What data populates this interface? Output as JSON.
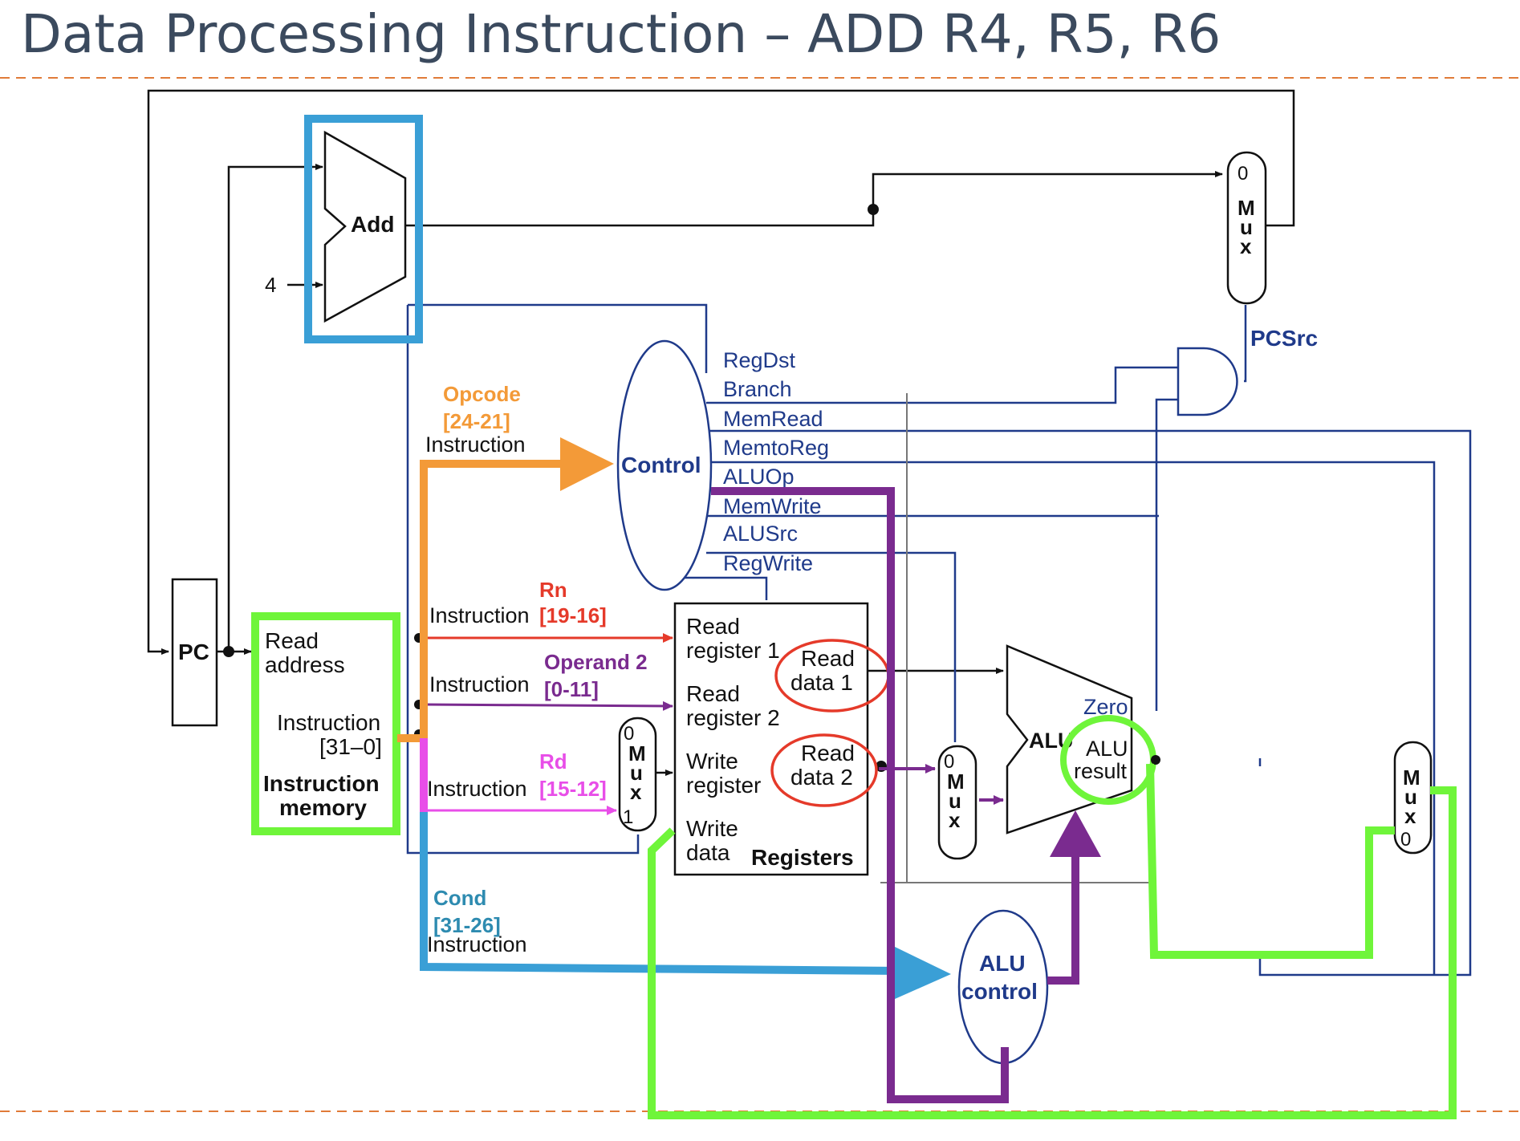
{
  "title": "Data Processing Instruction – ADD R4, R5, R6",
  "colors": {
    "title": "#3b4a5e",
    "divider": "#e07b39",
    "wire_black": "#111111",
    "wire_navy": "#1f3a8a",
    "control_text": "#1f3a8a",
    "highlight_blue": "#3a9fd6",
    "highlight_green": "#6ff53a",
    "highlight_orange": "#f39a38",
    "highlight_purple": "#7a2b8f",
    "highlight_magenta": "#e84ee8",
    "highlight_red": "#e53a2a",
    "highlight_teal": "#2e8bb0"
  },
  "blocks": {
    "add": "Add",
    "four": "4",
    "pc": "PC",
    "imem_read": "Read",
    "imem_address": "address",
    "imem_instruction": "Instruction",
    "imem_bits": "[31–0]",
    "imem_name1": "Instruction",
    "imem_name2": "memory",
    "control": "Control",
    "reg_read1a": "Read",
    "reg_read1b": "register 1",
    "reg_read2a": "Read",
    "reg_read2b": "register 2",
    "reg_writea": "Write",
    "reg_writeb": "register",
    "reg_wdataa": "Write",
    "reg_wdatab": "data",
    "reg_name": "Registers",
    "rd1a": "Read",
    "rd1b": "data 1",
    "rd2a": "Read",
    "rd2b": "data 2",
    "alu": "ALU",
    "zero": "Zero",
    "alu_result_a": "ALU",
    "alu_result_b": "result",
    "alu_control_a": "ALU",
    "alu_control_b": "control",
    "pcsrc": "PCSrc"
  },
  "mux_labels": {
    "m": "M",
    "u": "u",
    "x": "x",
    "zero": "0",
    "one": "1"
  },
  "control_signals": [
    "RegDst",
    "Branch",
    "MemRead",
    "MemtoReg",
    "ALUOp",
    "MemWrite",
    "ALUSrc",
    "RegWrite"
  ],
  "instruction_fields": {
    "instruction": "Instruction",
    "opcode_name": "Opcode",
    "opcode_bits": "[24-21]",
    "rn_name": "Rn",
    "rn_bits": "[19-16]",
    "op2_name": "Operand 2",
    "op2_bits": "[0-11]",
    "rd_name": "Rd",
    "rd_bits": "[15-12]",
    "cond_name": "Cond",
    "cond_bits": "[31-26]"
  }
}
